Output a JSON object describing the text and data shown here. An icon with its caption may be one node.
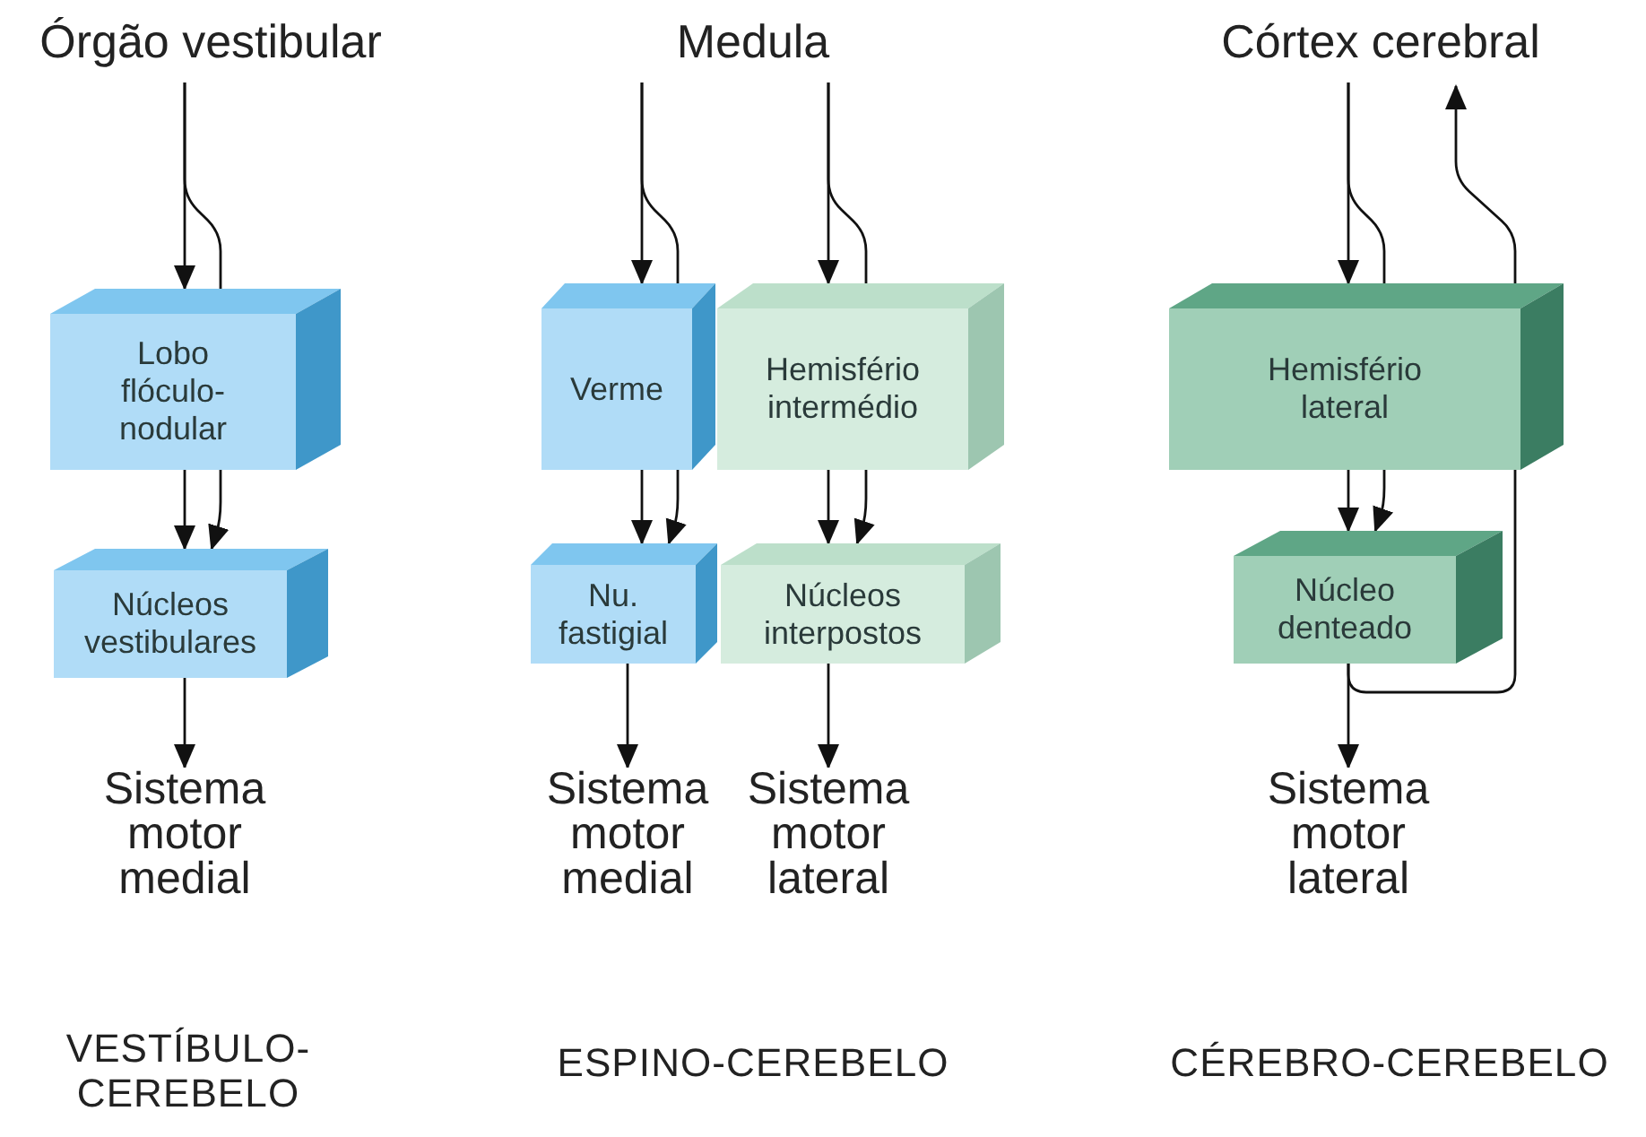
{
  "diagram": {
    "nodes": [
      {
        "text": [
          "Órgão vestibular"
        ]
      },
      {
        "text": [
          "Lobo flóculo-nodular"
        ]
      },
      {
        "text": [
          "Núcleos vestibulares"
        ]
      },
      {
        "text": [
          "Sistema motor medial"
        ]
      },
      {
        "text": [
          "Medula"
        ]
      },
      {
        "text": [
          "Verme"
        ]
      },
      {
        "text": [
          "Hemisfério intermédio"
        ]
      },
      {
        "text": [
          "Nu. fastigial"
        ]
      },
      {
        "text": [
          "Núcleos interpostos"
        ]
      },
      {
        "text": [
          "Sistema motor medial"
        ]
      },
      {
        "text": [
          "Sistema motor lateral"
        ]
      },
      {
        "text": [
          "Córtex cerebral"
        ]
      },
      {
        "text": [
          "Hemisfério lateral"
        ]
      },
      {
        "text": [
          "Núcleo denteado"
        ]
      },
      {
        "text": [
          "Sistema motor lateral"
        ]
      }
    ],
    "edges": [
      {
        "from": 0,
        "to": 1,
        "arrow": "to"
      },
      {
        "from": 0,
        "to": 1,
        "arrow": "none"
      },
      {
        "from": 1,
        "to": 2,
        "arrow": "to"
      },
      {
        "from": 1,
        "to": 2,
        "arrow": "to"
      },
      {
        "from": 2,
        "to": 3,
        "arrow": "to"
      },
      {
        "from": 4,
        "to": 5,
        "arrow": "to"
      },
      {
        "from": 4,
        "to": 5,
        "arrow": "none"
      },
      {
        "from": 5,
        "to": 7,
        "arrow": "to"
      },
      {
        "from": 5,
        "to": 7,
        "arrow": "to"
      },
      {
        "from": 7,
        "to": 9,
        "arrow": "to"
      },
      {
        "from": 4,
        "to": 6,
        "arrow": "to"
      },
      {
        "from": 4,
        "to": 6,
        "arrow": "none"
      },
      {
        "from": 6,
        "to": 8,
        "arrow": "to"
      },
      {
        "from": 6,
        "to": 8,
        "arrow": "to"
      },
      {
        "from": 8,
        "to": 10,
        "arrow": "to"
      },
      {
        "from": 11,
        "to": 12,
        "arrow": "to"
      },
      {
        "from": 11,
        "to": 12,
        "arrow": "none"
      },
      {
        "from": 12,
        "to": 13,
        "arrow": "to"
      },
      {
        "from": 12,
        "to": 13,
        "arrow": "to"
      },
      {
        "from": 13,
        "to": 14,
        "arrow": "to"
      },
      {
        "from": 13,
        "to": 11,
        "arrow": "to"
      }
    ],
    "labels": [
      "VESTÍBULO-CEREBELO",
      "ESPINO-CEREBELO",
      "CÉREBRO-CEREBELO"
    ]
  }
}
